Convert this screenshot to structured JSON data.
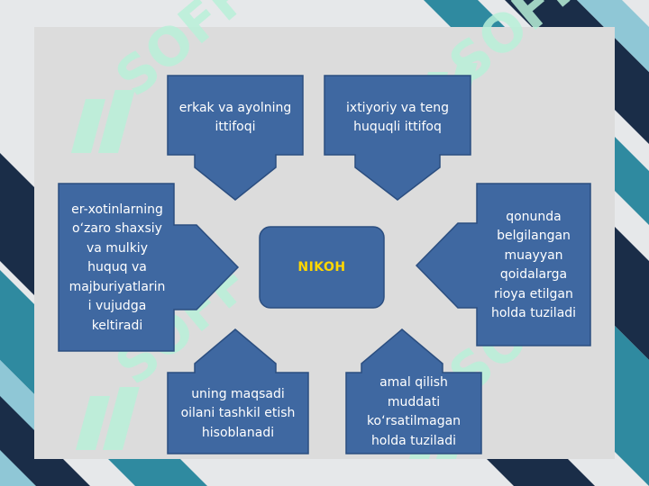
{
  "diagram": {
    "center": {
      "text": "NIKOH"
    },
    "boxes": [
      {
        "id": "top-left",
        "text": "erkak va ayolning\nittifoqi"
      },
      {
        "id": "top-right",
        "text": "ixtiyoriy va teng\nhuquqli ittifoq"
      },
      {
        "id": "left",
        "text": "er-xotinlarning\no‘zaro shaxsiy\nva mulkiy\nhuquq va\nmajburiyatlarin\ni vujudga\nkeltiradi"
      },
      {
        "id": "right",
        "text": "qonunda\nbelgilangan\nmuayyan\nqoidalarga\nrioya etilgan\nholda tuziladi"
      },
      {
        "id": "bottom-left",
        "text": "uning maqsadi\noilani tashkil etish\nhisoblanadi"
      },
      {
        "id": "bottom-right",
        "text": "amal qilish\nmuddati\nko‘rsatilmagan\nholda tuziladi"
      }
    ]
  },
  "watermark": {
    "text": "SOFF"
  },
  "colors": {
    "box_fill": "#3f68a1",
    "box_stroke": "#2b4e80",
    "center_text": "#ffd700",
    "panel": "#dcdcdc",
    "watermark": "#b9f0d9",
    "stripe_navy": "#1a2d48",
    "stripe_teal": "#2f8aa0",
    "stripe_light": "#8fc7d6"
  }
}
